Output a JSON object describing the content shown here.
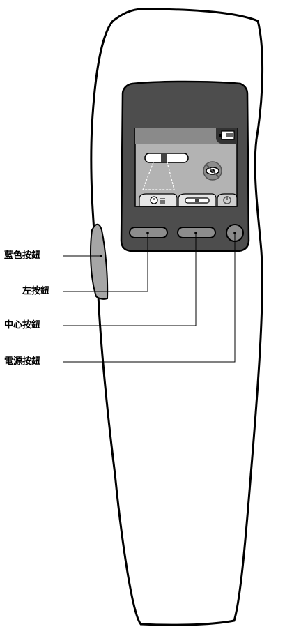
{
  "callouts": {
    "blue_button": "藍色按鈕",
    "left_button": "左按鈕",
    "center_button": "中心按鈕",
    "power_button": "電源按鈕"
  },
  "colors": {
    "body_fill": "#ffffff",
    "outline": "#000000",
    "bezel": "#4d4d4d",
    "screen_bg": "#b3b3b3",
    "screen_header": "#7a7a7a",
    "button_fill": "#8c8c8c",
    "side_button": "#a6a6a6"
  },
  "icons": {
    "battery": "battery-icon",
    "eye_crossed": "eye-crossed-icon",
    "clock_list": "clock-list-icon",
    "slider": "slider-icon",
    "power": "power-icon"
  }
}
